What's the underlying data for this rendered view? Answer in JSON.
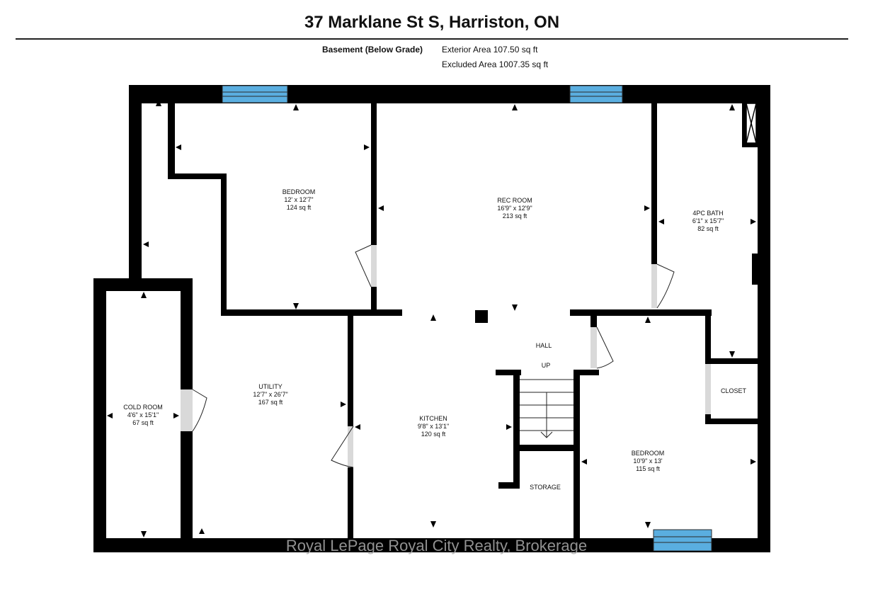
{
  "header": {
    "title": "37 Marklane St S, Harriston, ON",
    "level_label": "Basement (Below Grade)",
    "exterior_area": "Exterior Area 107.50 sq ft",
    "excluded_area": "Excluded Area 1007.35 sq ft"
  },
  "rooms": {
    "bedroom1": {
      "name": "BEDROOM",
      "dims": "12' x 12'7\"",
      "area": "124 sq ft"
    },
    "rec_room": {
      "name": "REC ROOM",
      "dims": "16'9\" x 12'9\"",
      "area": "213 sq ft"
    },
    "bath": {
      "name": "4PC BATH",
      "dims": "6'1\" x 15'7\"",
      "area": "82 sq ft"
    },
    "utility": {
      "name": "UTILITY",
      "dims": "12'7\" x 26'7\"",
      "area": "167 sq ft"
    },
    "cold_room": {
      "name": "COLD ROOM",
      "dims": "4'6\" x 15'1\"",
      "area": "67 sq ft"
    },
    "kitchen": {
      "name": "KITCHEN",
      "dims": "9'8\" x 13'1\"",
      "area": "120 sq ft"
    },
    "bedroom2": {
      "name": "BEDROOM",
      "dims": "10'9\" x 13'",
      "area": "115 sq ft"
    },
    "hall": {
      "name": "HALL"
    },
    "up": {
      "name": "UP"
    },
    "closet": {
      "name": "CLOSET"
    },
    "storage": {
      "name": "STORAGE"
    }
  },
  "colors": {
    "wall": "#000000",
    "window": "#5aaee0",
    "door_gap": "#d9d9d9"
  },
  "watermark": "Royal LePage Royal City Realty, Brokerage"
}
